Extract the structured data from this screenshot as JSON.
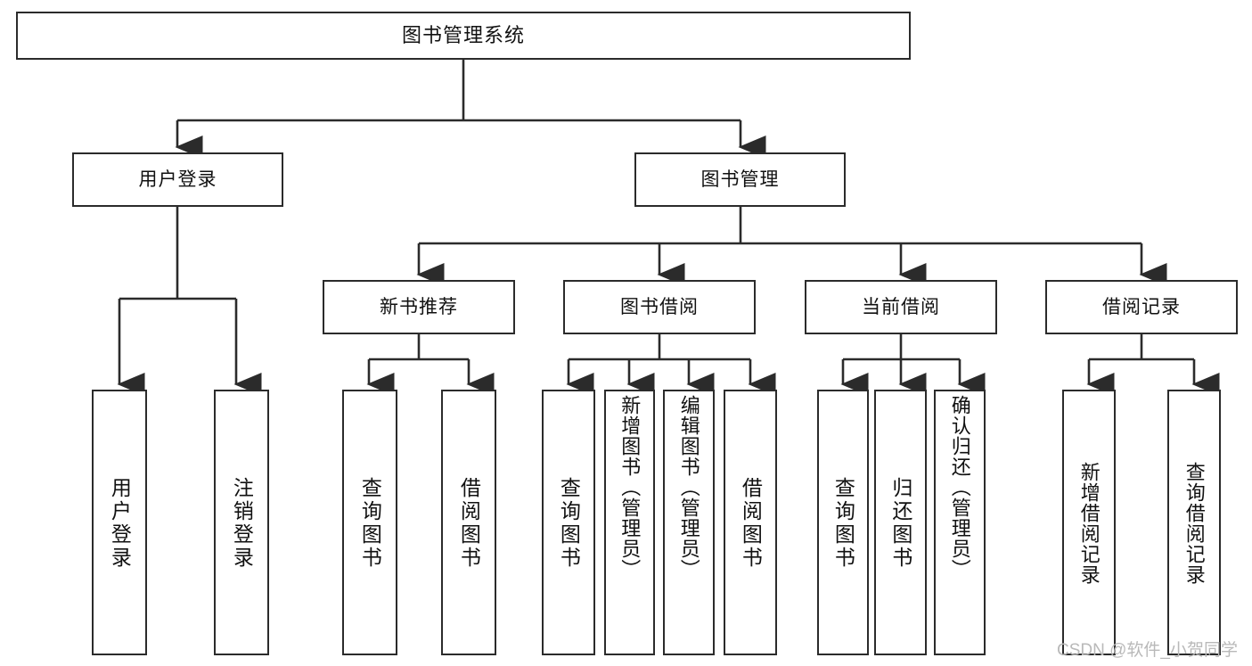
{
  "diagram": {
    "type": "tree-hierarchy",
    "title": "图书管理系统",
    "orientation": "top-down",
    "colors": {
      "box_border": "#2b2b2b",
      "box_fill": "#ffffff",
      "edge": "#2b2b2b",
      "text": "#111111",
      "watermark": "#b9b9b9",
      "background": "#ffffff"
    },
    "root": {
      "id": "root",
      "label": "图书管理系统"
    },
    "level1": [
      {
        "id": "user-login",
        "label": "用户登录"
      },
      {
        "id": "book-manage",
        "label": "图书管理"
      }
    ],
    "level2": [
      {
        "id": "new-book-rec",
        "label": "新书推荐",
        "parent": "book-manage"
      },
      {
        "id": "book-borrow",
        "label": "图书借阅",
        "parent": "book-manage"
      },
      {
        "id": "current-borrow",
        "label": "当前借阅",
        "parent": "book-manage"
      },
      {
        "id": "borrow-record",
        "label": "借阅记录",
        "parent": "book-manage"
      }
    ],
    "leaves": [
      {
        "id": "leaf-user-login",
        "label": "用户登录",
        "parent": "user-login"
      },
      {
        "id": "leaf-logout",
        "label": "注销登录",
        "parent": "user-login"
      },
      {
        "id": "leaf-query-book-1",
        "label": "查询图书",
        "parent": "new-book-rec"
      },
      {
        "id": "leaf-borrow-book-1",
        "label": "借阅图书",
        "parent": "new-book-rec"
      },
      {
        "id": "leaf-query-book-2",
        "label": "查询图书",
        "parent": "book-borrow"
      },
      {
        "id": "leaf-add-book",
        "label": "新增图书（管理员）",
        "parent": "book-borrow"
      },
      {
        "id": "leaf-edit-book",
        "label": "编辑图书（管理员）",
        "parent": "book-borrow"
      },
      {
        "id": "leaf-borrow-book-2",
        "label": "借阅图书",
        "parent": "book-borrow"
      },
      {
        "id": "leaf-query-book-3",
        "label": "查询图书",
        "parent": "current-borrow"
      },
      {
        "id": "leaf-return-book",
        "label": "归还图书",
        "parent": "current-borrow"
      },
      {
        "id": "leaf-confirm-return",
        "label": "确认归还（管理员）",
        "parent": "current-borrow"
      },
      {
        "id": "leaf-add-record",
        "label": "新增借阅记录",
        "parent": "borrow-record"
      },
      {
        "id": "leaf-query-record",
        "label": "查询借阅记录",
        "parent": "borrow-record"
      }
    ]
  },
  "watermark": {
    "text": "CSDN @软件_小贺同学"
  }
}
